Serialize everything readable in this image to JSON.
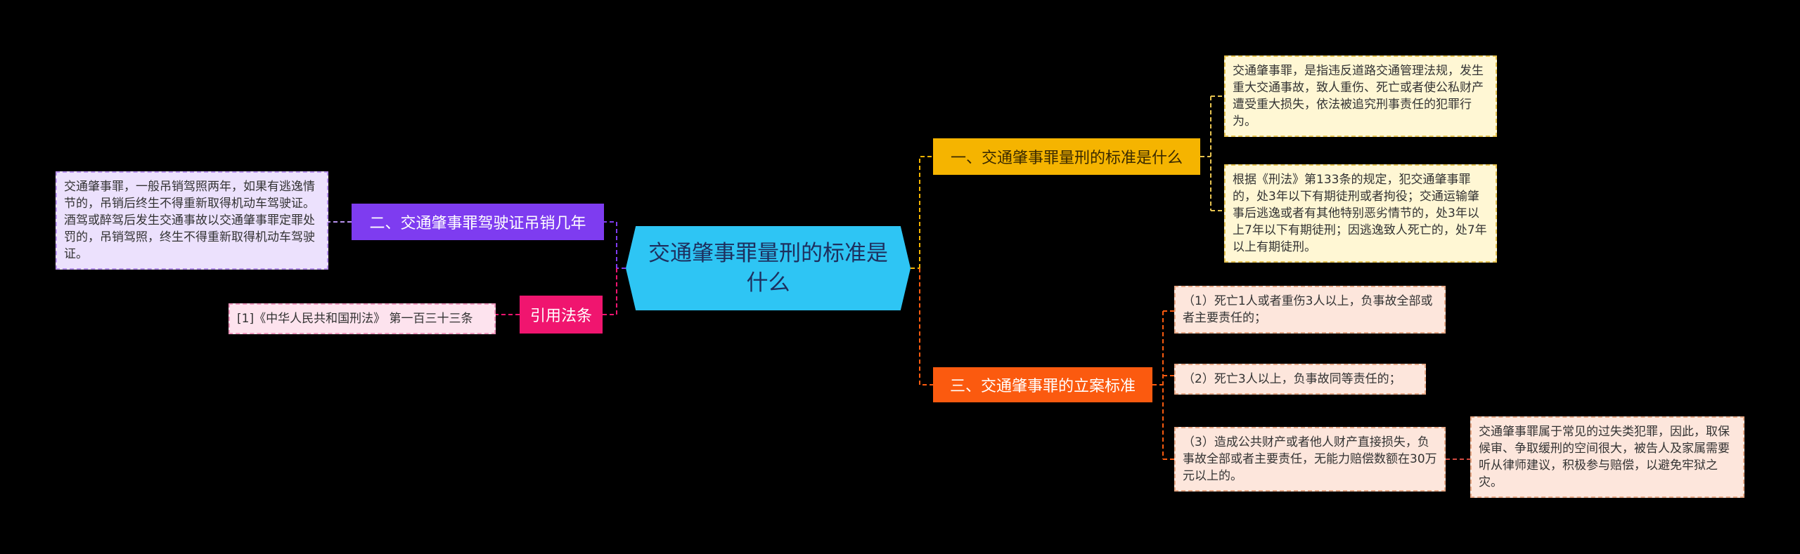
{
  "colors": {
    "background": "#000000",
    "center": "#2ec5f4",
    "topic_one": "#f5b400",
    "topic_three": "#fb5a0f",
    "topic_two": "#7e3cf0",
    "topic_ref": "#f0156f"
  },
  "center": {
    "label": "交通肇事罪量刑的标准是什么"
  },
  "right": {
    "topic_one": {
      "label": "一、交通肇事罪量刑的标准是什么",
      "leaves": [
        "交通肇事罪，是指违反道路交通管理法规，发生重大交通事故，致人重伤、死亡或者使公私财产遭受重大损失，依法被追究刑事责任的犯罪行为。",
        "根据《刑法》第133条的规定，犯交通肇事罪的，处3年以下有期徒刑或者拘役；交通运输肇事后逃逸或者有其他特别恶劣情节的，处3年以上7年以下有期徒刑；因逃逸致人死亡的，处7年以上有期徒刑。"
      ]
    },
    "topic_three": {
      "label": "三、交通肇事罪的立案标准",
      "leaves": [
        "（1）死亡1人或者重伤3人以上，负事故全部或者主要责任的；",
        "（2）死亡3人以上，负事故同等责任的；",
        "（3）造成公共财产或者他人财产直接损失，负事故全部或者主要责任，无能力赔偿数额在30万元以上的。"
      ],
      "advice": "交通肇事罪属于常见的过失类犯罪，因此，取保候审、争取缓刑的空间很大，被告人及家属需要听从律师建议，积极参与赔偿，以避免牢狱之灾。"
    }
  },
  "left": {
    "topic_two": {
      "label": "二、交通肇事罪驾驶证吊销几年",
      "leaf": "交通肇事罪，一般吊销驾照两年，如果有逃逸情节的，吊销后终生不得重新取得机动车驾驶证。酒驾或醉驾后发生交通事故以交通肇事罪定罪处罚的，吊销驾照，终生不得重新取得机动车驾驶证。"
    },
    "topic_ref": {
      "label": "引用法条",
      "leaf": "[1]《中华人民共和国刑法》 第一百三十三条"
    }
  }
}
